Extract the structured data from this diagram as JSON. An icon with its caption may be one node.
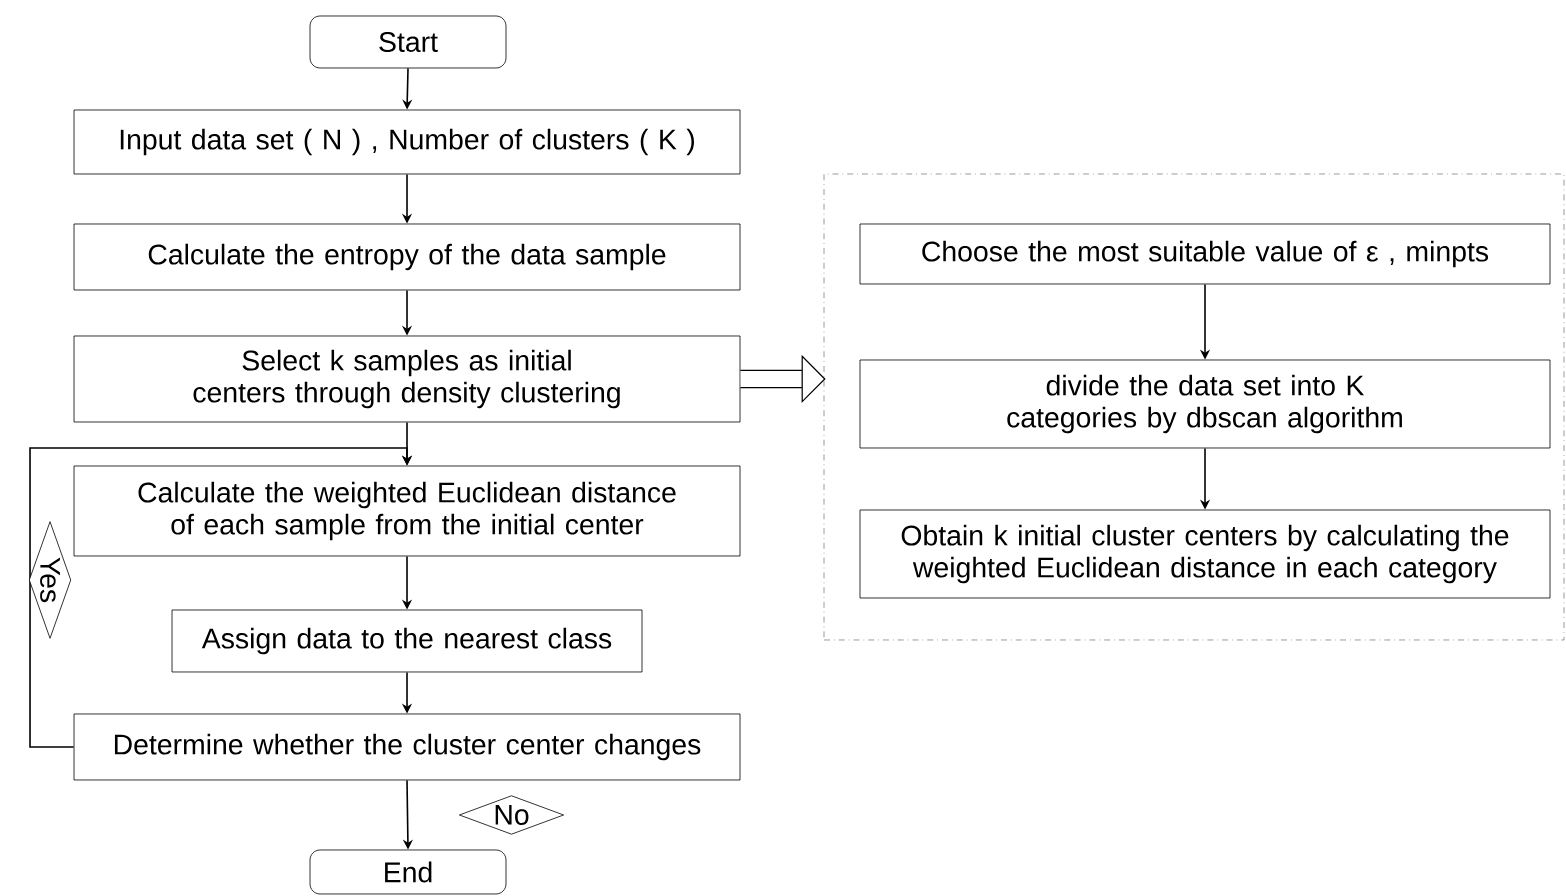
{
  "diagram": {
    "nodes": [
      {
        "text": [
          "Start"
        ]
      },
      {
        "text": [
          "Input data set ( N ) , Number of clusters ( K )"
        ]
      },
      {
        "text": [
          "Calculate the entropy of the data sample"
        ]
      },
      {
        "text": [
          "Select k samples as initial centers through density clustering"
        ]
      },
      {
        "text": [
          "Calculate the weighted Euclidean distance of each sample from the initial center"
        ]
      },
      {
        "text": [
          "Assign data to the nearest class"
        ]
      },
      {
        "text": [
          "Determine whether the cluster center changes"
        ]
      },
      {
        "text": [
          "End"
        ]
      },
      {
        "text": [],
        "shape": "box"
      },
      {
        "text": [
          "Choose the most suitable value of ε , minpts"
        ],
        "in": 8
      },
      {
        "text": [
          "divide the data set into K categories by dbscan algorithm"
        ],
        "in": 8
      },
      {
        "text": [
          "Obtain k initial cluster centers by calculating the weighted Euclidean distance in each category"
        ],
        "in": 8
      }
    ],
    "edges": [
      {
        "from": 0,
        "to": 1,
        "arrow": "to"
      },
      {
        "from": 1,
        "to": 2,
        "arrow": "to"
      },
      {
        "from": 2,
        "to": 3,
        "arrow": "to"
      },
      {
        "from": 3,
        "to": 4,
        "arrow": "to"
      },
      {
        "from": 4,
        "to": 5,
        "arrow": "to"
      },
      {
        "from": 5,
        "to": 6,
        "arrow": "to"
      },
      {
        "from": 6,
        "to": 7,
        "arrow": "to",
        "label": "No"
      },
      {
        "from": 6,
        "to": 4,
        "arrow": "to",
        "label": "Yes"
      },
      {
        "from": 3,
        "to": 8,
        "arrow": "to",
        "style": "thick"
      },
      {
        "from": 9,
        "to": 10,
        "arrow": "to"
      },
      {
        "from": 10,
        "to": 11,
        "arrow": "to"
      }
    ]
  }
}
